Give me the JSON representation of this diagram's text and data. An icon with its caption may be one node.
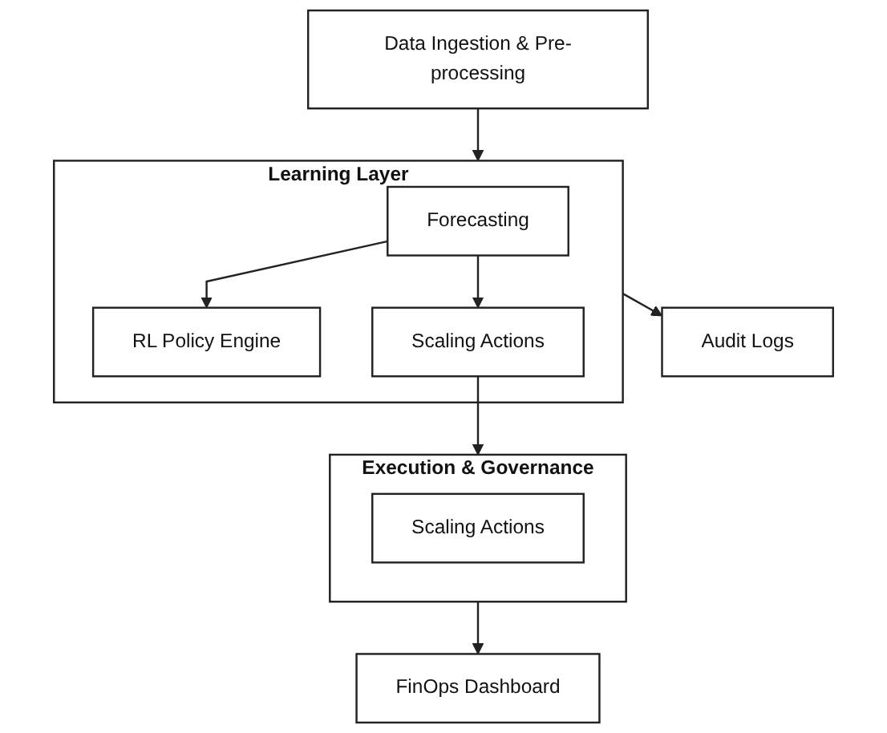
{
  "diagram": {
    "nodes": [
      {
        "text": [
          "Data Ingestion & Pre-processing"
        ]
      },
      {
        "text": [
          "Learning Layer"
        ]
      },
      {
        "text": [
          "Forecasting"
        ],
        "in": 1
      },
      {
        "text": [
          "RL Policy Engine"
        ],
        "in": 1
      },
      {
        "text": [
          "Scaling Actions"
        ],
        "in": 1
      },
      {
        "text": [
          "Audit Logs"
        ]
      },
      {
        "text": [
          "Execution & Governance"
        ]
      },
      {
        "text": [
          "Scaling Actions"
        ],
        "in": 6
      },
      {
        "text": [
          "FinOps Dashboard"
        ]
      }
    ],
    "edges": [
      {
        "from": 0,
        "to": 1,
        "arrow": "to"
      },
      {
        "from": 2,
        "to": 3,
        "arrow": "to"
      },
      {
        "from": 2,
        "to": 4,
        "arrow": "to"
      },
      {
        "from": 1,
        "to": 5,
        "arrow": "to"
      },
      {
        "from": 4,
        "to": 6,
        "arrow": "to"
      },
      {
        "from": 6,
        "to": 8,
        "arrow": "to"
      }
    ]
  }
}
